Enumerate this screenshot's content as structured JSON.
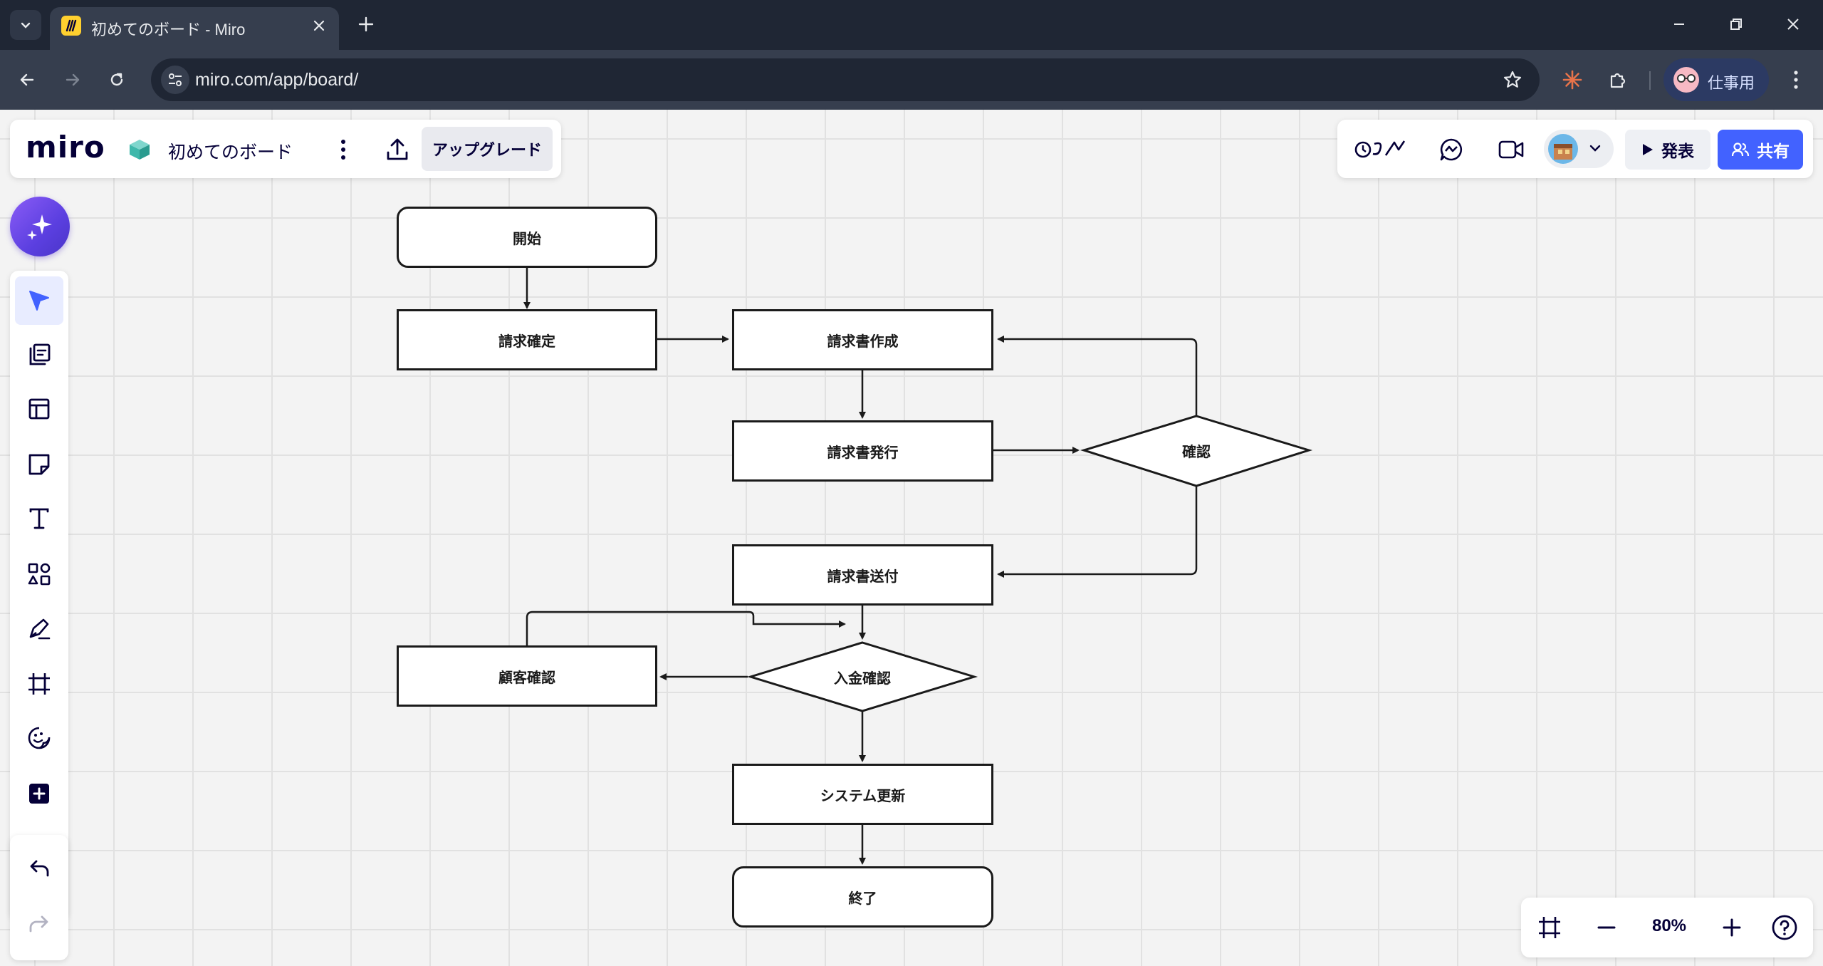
{
  "browser": {
    "tab_title": "初めてのボード - Miro",
    "url": "miro.com/app/board/",
    "profile_label": "仕事用"
  },
  "board": {
    "logo": "miro",
    "name": "初めてのボード",
    "upgrade_label": "アップグレード",
    "present_label": "発表",
    "share_label": "共有",
    "zoom_level": "80%"
  },
  "flowchart": {
    "start": "開始",
    "confirm_invoice": "請求確定",
    "create_invoice": "請求書作成",
    "issue_invoice": "請求書発行",
    "check": "確認",
    "send_invoice": "請求書送付",
    "payment_check": "入金確認",
    "customer_check": "顧客確認",
    "system_update": "システム更新",
    "end": "終了"
  },
  "colors": {
    "brand_blue": "#4262ff",
    "tab_bar": "#1f2634",
    "toolbar": "#363e4e",
    "logo_yellow": "#ffd02f"
  },
  "icons": {
    "tools": [
      "select-icon",
      "templates-icon",
      "frame-layout-icon",
      "sticky-note-icon",
      "text-icon",
      "shapes-icon",
      "pen-icon",
      "frame-icon",
      "stickers-icon",
      "more-apps-icon"
    ]
  }
}
